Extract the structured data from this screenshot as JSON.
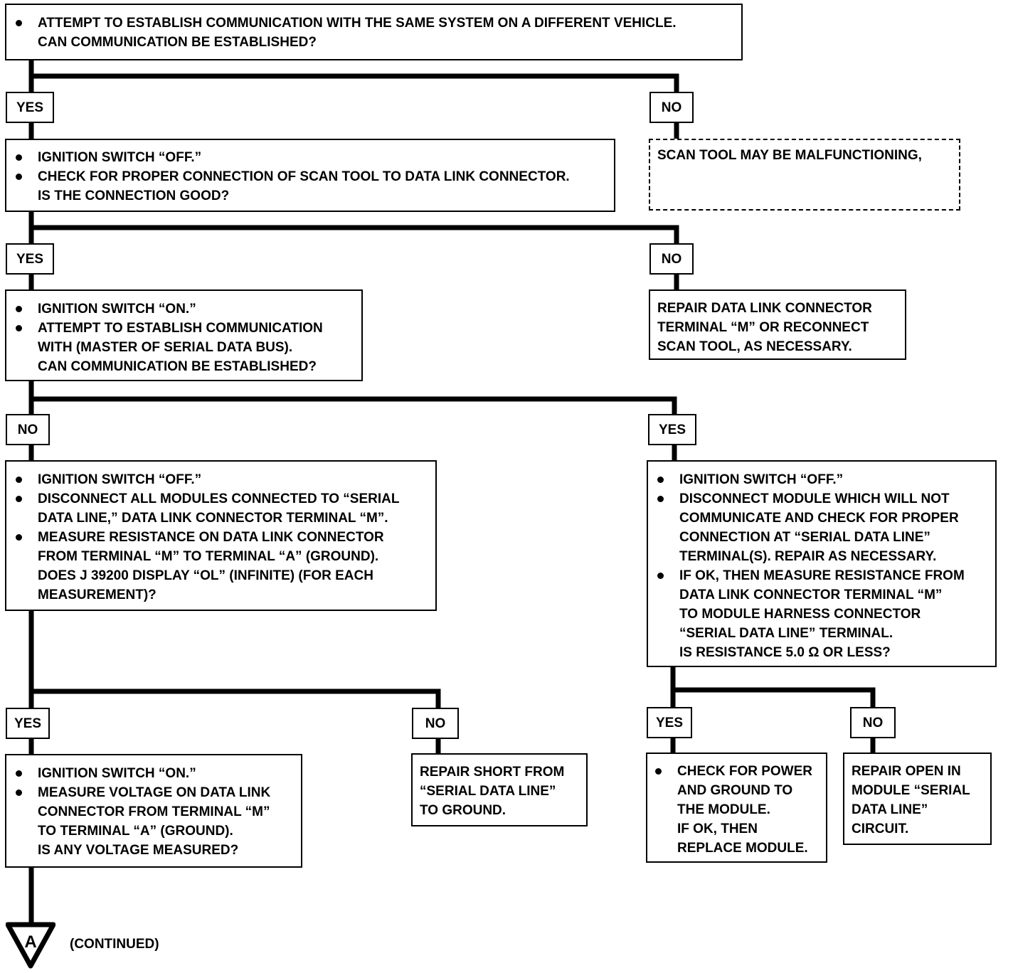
{
  "box1": {
    "bullets": [
      [
        "ATTEMPT TO ESTABLISH COMMUNICATION WITH THE SAME SYSTEM ON A DIFFERENT VEHICLE.",
        "CAN COMMUNICATION BE ESTABLISHED?"
      ]
    ]
  },
  "b1_yes": "YES",
  "b1_no": "NO",
  "box_scan": {
    "lines": [
      "SCAN TOOL MAY BE MALFUNCTIONING,"
    ]
  },
  "box2": {
    "bullets": [
      [
        "IGNITION SWITCH “OFF.”"
      ],
      [
        "CHECK FOR PROPER CONNECTION OF SCAN TOOL TO DATA LINK CONNECTOR.",
        "IS THE CONNECTION GOOD?"
      ]
    ]
  },
  "b2_yes": "YES",
  "b2_no": "NO",
  "box_repair_dlc": {
    "lines": [
      "REPAIR DATA LINK CONNECTOR",
      "TERMINAL “M” OR RECONNECT",
      "SCAN TOOL, AS NECESSARY."
    ]
  },
  "box3": {
    "bullets": [
      [
        "IGNITION SWITCH “ON.”"
      ],
      [
        "ATTEMPT TO ESTABLISH COMMUNICATION",
        "WITH (MASTER OF SERIAL DATA BUS).",
        "CAN COMMUNICATION BE ESTABLISHED?"
      ]
    ]
  },
  "b3_no": "NO",
  "b3_yes": "YES",
  "box4": {
    "bullets": [
      [
        "IGNITION SWITCH “OFF.”"
      ],
      [
        "DISCONNECT ALL MODULES CONNECTED TO “SERIAL",
        "DATA LINE,” DATA LINK CONNECTOR TERMINAL “M”."
      ],
      [
        "MEASURE RESISTANCE ON DATA LINK CONNECTOR",
        "FROM TERMINAL “M” TO TERMINAL “A” (GROUND).",
        "DOES J 39200 DISPLAY “OL” (INFINITE) (FOR EACH",
        "MEASUREMENT)?"
      ]
    ]
  },
  "box5": {
    "bullets": [
      [
        "IGNITION SWITCH “OFF.”"
      ],
      [
        "DISCONNECT MODULE WHICH WILL NOT",
        "COMMUNICATE AND CHECK FOR PROPER",
        "CONNECTION AT “SERIAL DATA LINE”",
        "TERMINAL(S).  REPAIR AS NECESSARY."
      ],
      [
        "IF OK, THEN MEASURE RESISTANCE FROM",
        "DATA LINK CONNECTOR TERMINAL “M”",
        "TO MODULE HARNESS CONNECTOR",
        "“SERIAL DATA LINE” TERMINAL.",
        "IS RESISTANCE 5.0 Ω OR LESS?"
      ]
    ]
  },
  "b4_yes": "YES",
  "b4_no": "NO",
  "b5_yes": "YES",
  "b5_no": "NO",
  "box6": {
    "bullets": [
      [
        "IGNITION SWITCH “ON.”"
      ],
      [
        "MEASURE VOLTAGE ON DATA LINK",
        "CONNECTOR FROM TERMINAL “M”",
        "TO TERMINAL “A” (GROUND).",
        "IS ANY VOLTAGE MEASURED?"
      ]
    ]
  },
  "box_short": {
    "lines": [
      "REPAIR SHORT FROM",
      "“SERIAL DATA LINE”",
      "TO GROUND."
    ]
  },
  "box_power": {
    "bullets": [
      [
        "CHECK FOR POWER",
        "AND GROUND TO",
        "THE MODULE.",
        "IF OK, THEN",
        "REPLACE MODULE."
      ]
    ]
  },
  "box_open": {
    "lines": [
      "REPAIR OPEN IN",
      "MODULE “SERIAL",
      "DATA LINE”",
      "CIRCUIT."
    ]
  },
  "connector_letter": "A",
  "continued": "(CONTINUED)"
}
